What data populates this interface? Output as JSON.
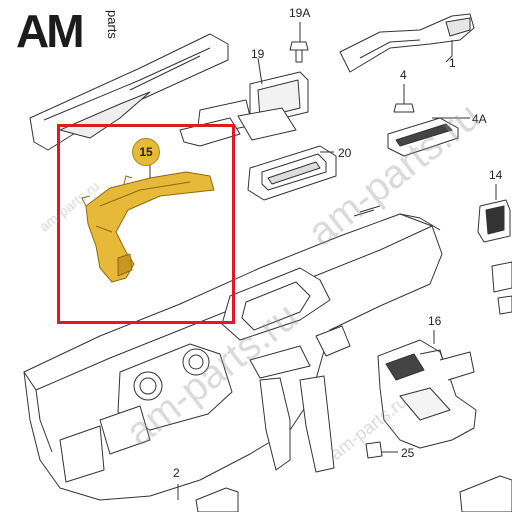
{
  "logo": {
    "brand": "AM",
    "suffix": "parts"
  },
  "watermarks": [
    "am-parts.ru",
    "am-parts.ru",
    "am-parts.ru",
    "am-parts.ru"
  ],
  "callouts": {
    "c19a": "19A",
    "c19": "19",
    "c4": "4",
    "c1": "1",
    "c4a": "4A",
    "c20": "20",
    "c15": "15",
    "c14": "14",
    "c16": "16",
    "c25": "25",
    "c2": "2"
  },
  "colors": {
    "highlight": "#e01a22",
    "part": "#e7b938",
    "line": "#333333"
  }
}
